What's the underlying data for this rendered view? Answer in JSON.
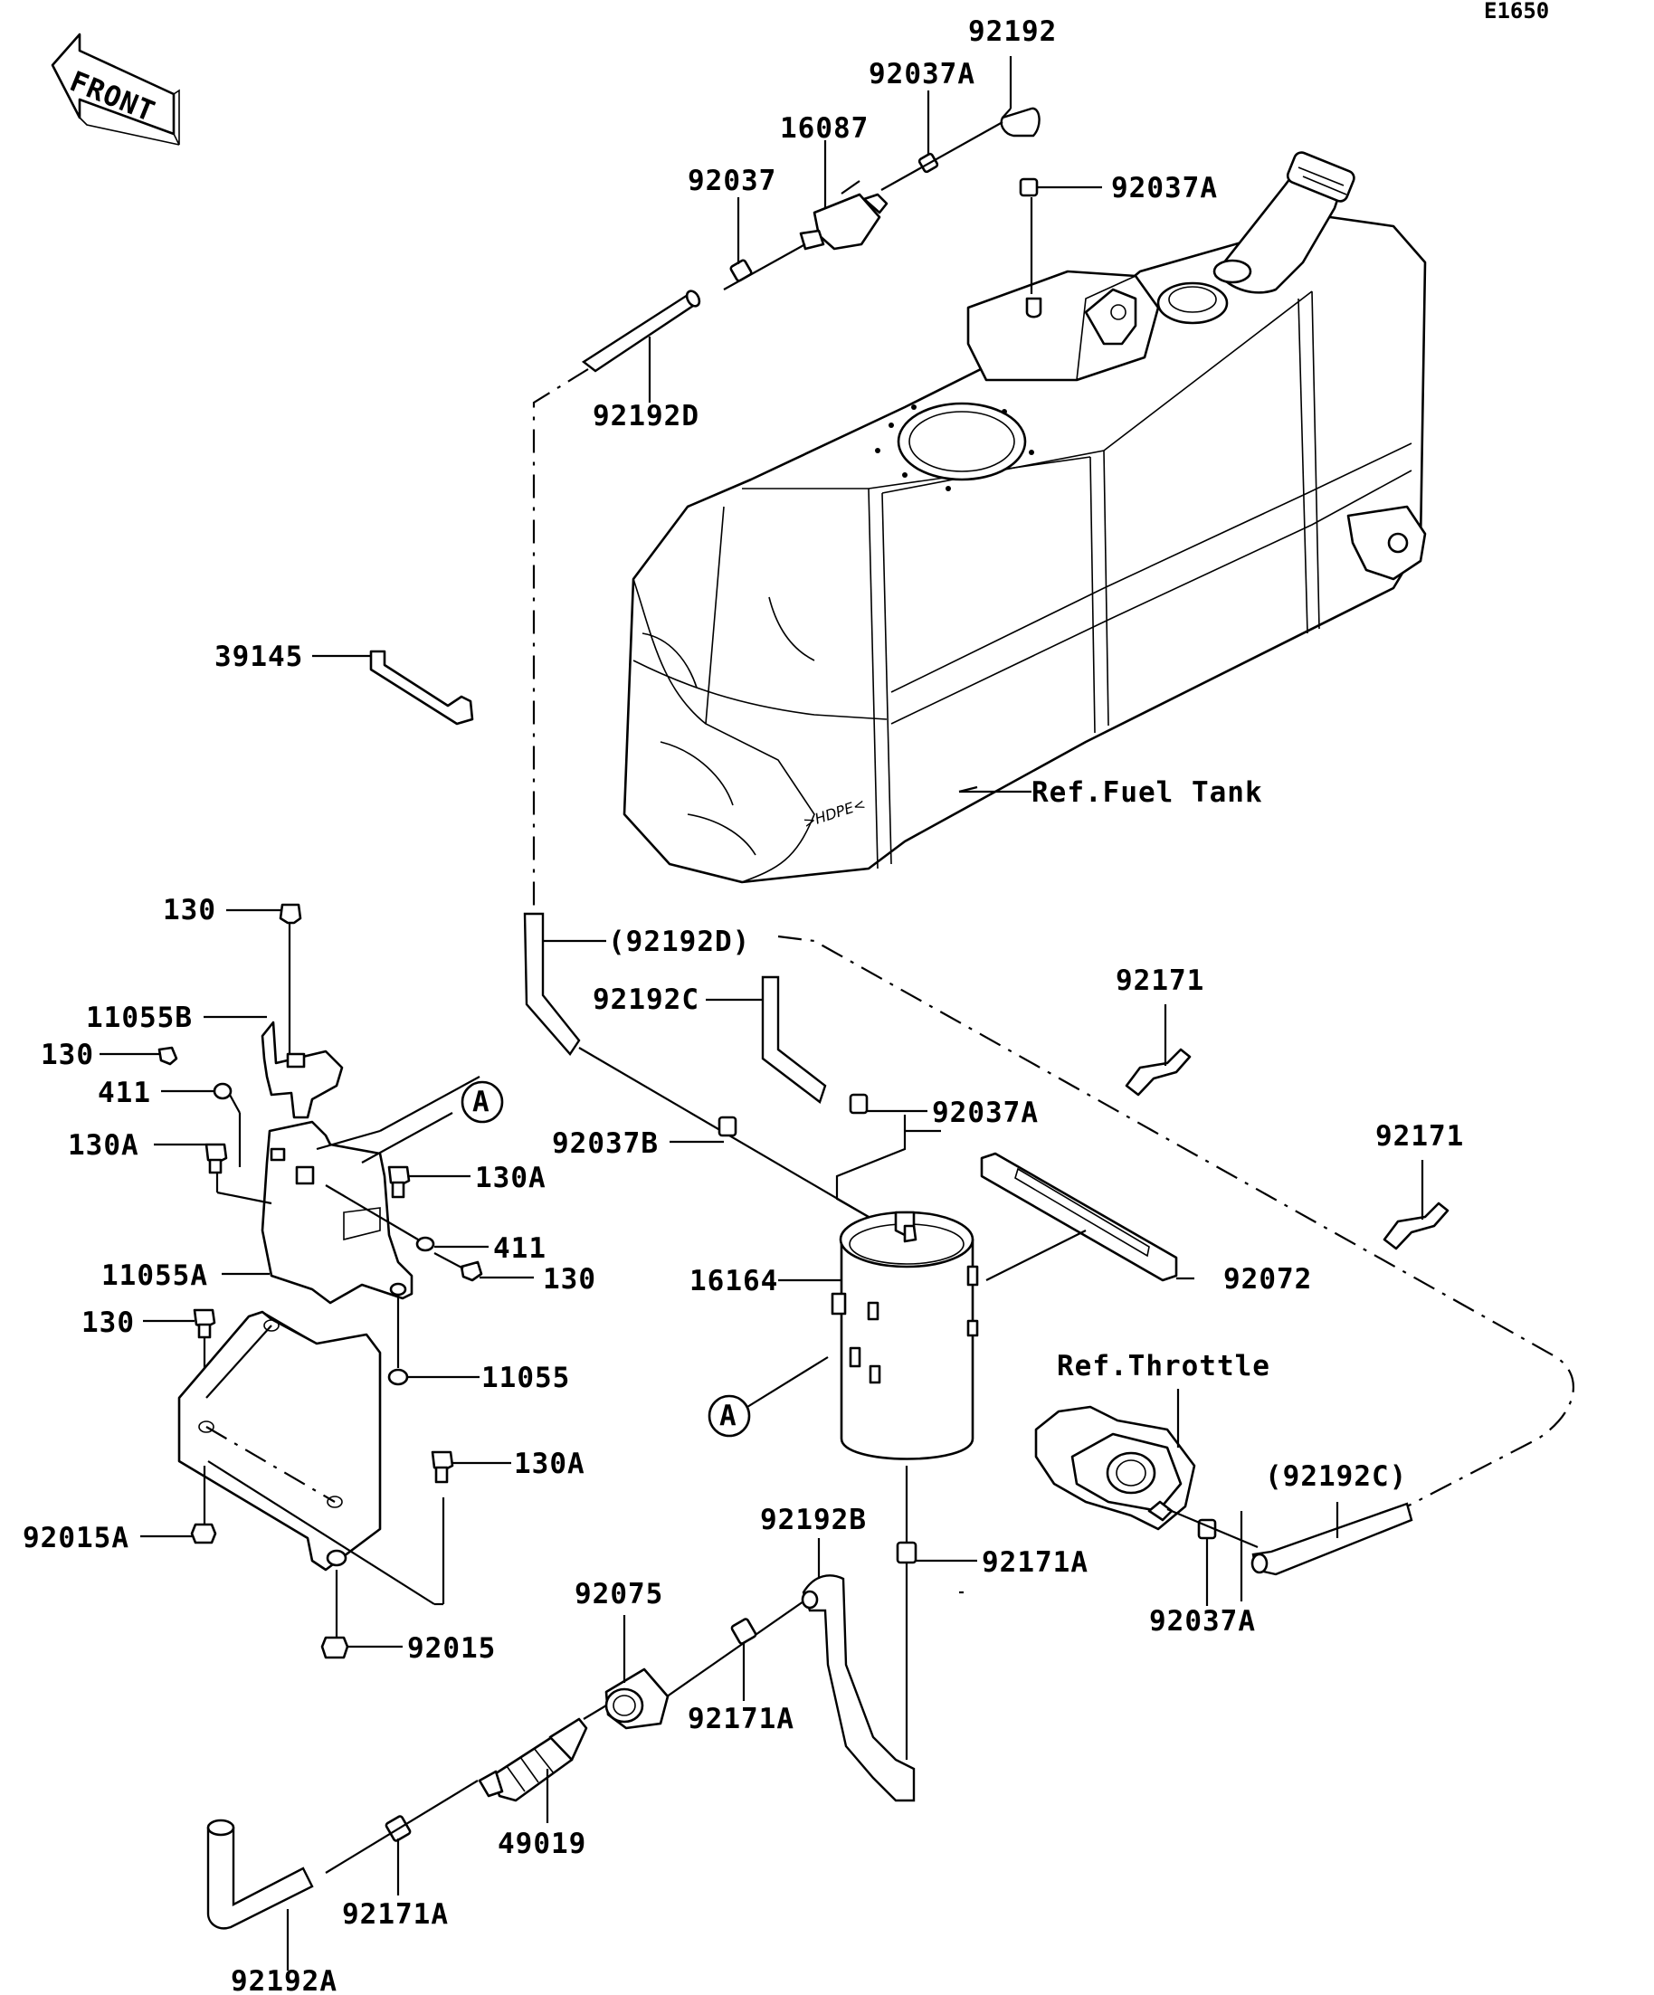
{
  "diagram_code": "E1650",
  "front_arrow": "FRONT",
  "callouts": {
    "p92192": "92192",
    "p92037A_top": "92037A",
    "p16087": "16087",
    "p92037A_right": "92037A",
    "p92037": "92037",
    "p92192D": "92192D",
    "p39145": "39145",
    "ref_fuel_tank": "Ref.Fuel Tank",
    "p130_a": "130",
    "p92192D_paren": "(92192D)",
    "p92192C": "92192C",
    "p92171_a": "92171",
    "p11055B": "11055B",
    "p130_b": "130",
    "p411_a": "411",
    "ref_A_1": "A",
    "p92037A_mid": "92037A",
    "p130A_a": "130A",
    "p92037B": "92037B",
    "p130A_b": "130A",
    "p92171_b": "92171",
    "p411_b": "411",
    "p11055A": "11055A",
    "p130_c": "130",
    "p16164": "16164",
    "p92072": "92072",
    "p130_d": "130",
    "p11055": "11055",
    "ref_throttle": "Ref.Throttle",
    "ref_A_2": "A",
    "p130A_c": "130A",
    "p92192C_paren": "(92192C)",
    "p92015A": "92015A",
    "p92192B": "92192B",
    "p92171A_a": "92171A",
    "p92037A_low": "92037A",
    "p92015": "92015",
    "p92075": "92075",
    "p92171A_b": "92171A",
    "p49019": "49019",
    "p92171A_c": "92171A",
    "p92192A": "92192A"
  },
  "tank_marking": ">HDPE<"
}
